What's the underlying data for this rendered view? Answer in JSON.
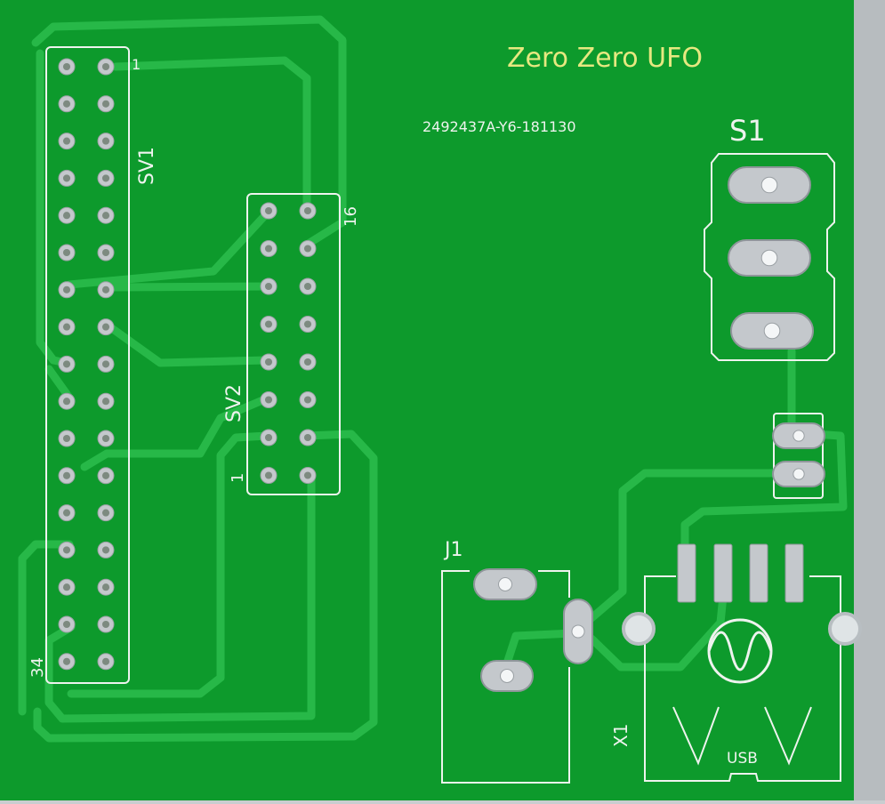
{
  "board": {
    "title": "Zero Zero UFO",
    "code": "2492437A-Y6-181130",
    "colors": {
      "substrate": "#0d9a2c",
      "trace": "#27b848",
      "silkscreen": "#eef3ee",
      "pad": "#c4c8cc",
      "title_text": "#e6e880"
    }
  },
  "labels": {
    "sv1": "SV1",
    "sv1_pin1": "1",
    "sv1_pin34": "34",
    "sv2": "SV2",
    "sv2_pin1": "1",
    "sv2_pin16": "16",
    "s1": "S1",
    "j1": "J1",
    "x1": "X1",
    "usb": "USB"
  },
  "icons": {
    "logo": "sine-wave-logo-icon"
  }
}
